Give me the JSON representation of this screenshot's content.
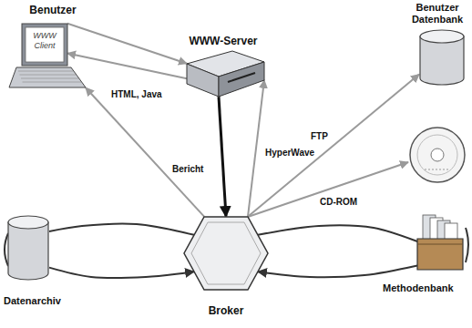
{
  "diagram": {
    "nodes": [
      {
        "text": [
          "Benutzer",
          "WWW Client"
        ]
      },
      {
        "text": [
          "WWW-Server"
        ]
      },
      {
        "text": [
          "Benutzer Datenbank"
        ]
      },
      {
        "text": [
          "Datenarchiv"
        ]
      },
      {
        "text": [
          "Broker"
        ]
      },
      {
        "text": [
          "Methodenbank"
        ]
      }
    ],
    "edges": [
      {
        "from": 0,
        "to": 1,
        "arrow": "to"
      },
      {
        "from": 1,
        "to": 0,
        "label": "HTML, Java",
        "arrow": "to"
      },
      {
        "from": 1,
        "to": 4,
        "arrow": "to"
      },
      {
        "from": 4,
        "to": 1,
        "label": "HyperWave",
        "arrow": "to"
      },
      {
        "from": 4,
        "to": 0,
        "label": "Bericht",
        "arrow": "to"
      },
      {
        "from": 4,
        "to": 2,
        "label": "FTP",
        "arrow": "to"
      },
      {
        "from": 4,
        "to": 3,
        "arrow": "none"
      },
      {
        "from": 3,
        "to": 4,
        "arrow": "to"
      },
      {
        "from": 4,
        "to": 5,
        "arrow": "none"
      },
      {
        "from": 5,
        "to": 4,
        "arrow": "to"
      }
    ],
    "labels": [
      "CD-ROM"
    ]
  }
}
